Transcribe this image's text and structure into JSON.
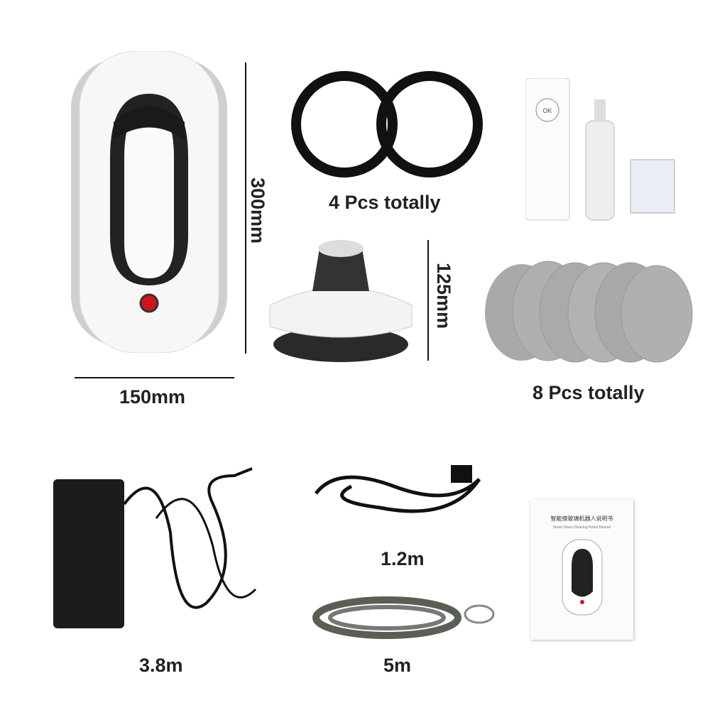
{
  "labels": {
    "robot_height": "300mm",
    "robot_width": "150mm",
    "rings_count": "4 Pcs totally",
    "pump_height": "125mm",
    "pads_count": "8 Pcs totally",
    "adapter_cable": "3.8m",
    "power_cord": "1.2m",
    "safety_rope": "5m"
  },
  "manual": {
    "title_cn": "智能擦玻璃机器人说明书",
    "title_en": "Smart Glass Cleaning Robot Manual"
  },
  "remote": {
    "ok": "OK"
  },
  "colors": {
    "accent_red": "#d0141a",
    "pad_gray": "#a8a8a8",
    "ring_black": "#111111"
  }
}
